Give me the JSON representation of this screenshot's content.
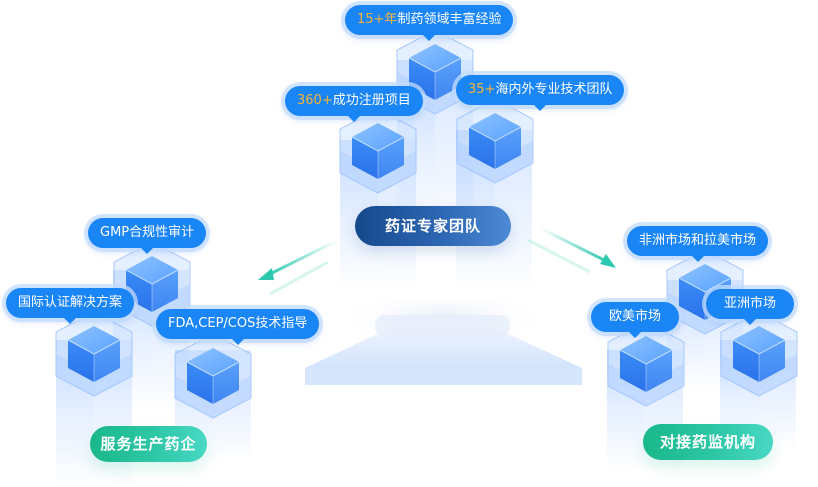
{
  "center": {
    "label": "药证专家团队",
    "stats": [
      {
        "highlight": "15+年",
        "text": "制药领域丰富经验"
      },
      {
        "highlight": "360+",
        "text": "成功注册项目"
      },
      {
        "highlight": "35+",
        "text": "海内外专业技术团队"
      }
    ]
  },
  "left_group": {
    "label": "服务生产药企",
    "items": [
      "GMP合规性审计",
      "国际认证解决方案",
      "FDA,CEP/COS技术指导"
    ]
  },
  "right_group": {
    "label": "对接药监机构",
    "items": [
      "非洲市场和拉美市场",
      "欧美市场",
      "亚洲市场"
    ]
  },
  "colors": {
    "badge_blue": "#1a85f5",
    "highlight_orange": "#f6b33a",
    "center_pill_start": "#15498c",
    "center_pill_end": "#4d8ad6",
    "green_start": "#19b88a",
    "green_end": "#48d8c4",
    "arrow_teal": "#2cc8b0"
  }
}
